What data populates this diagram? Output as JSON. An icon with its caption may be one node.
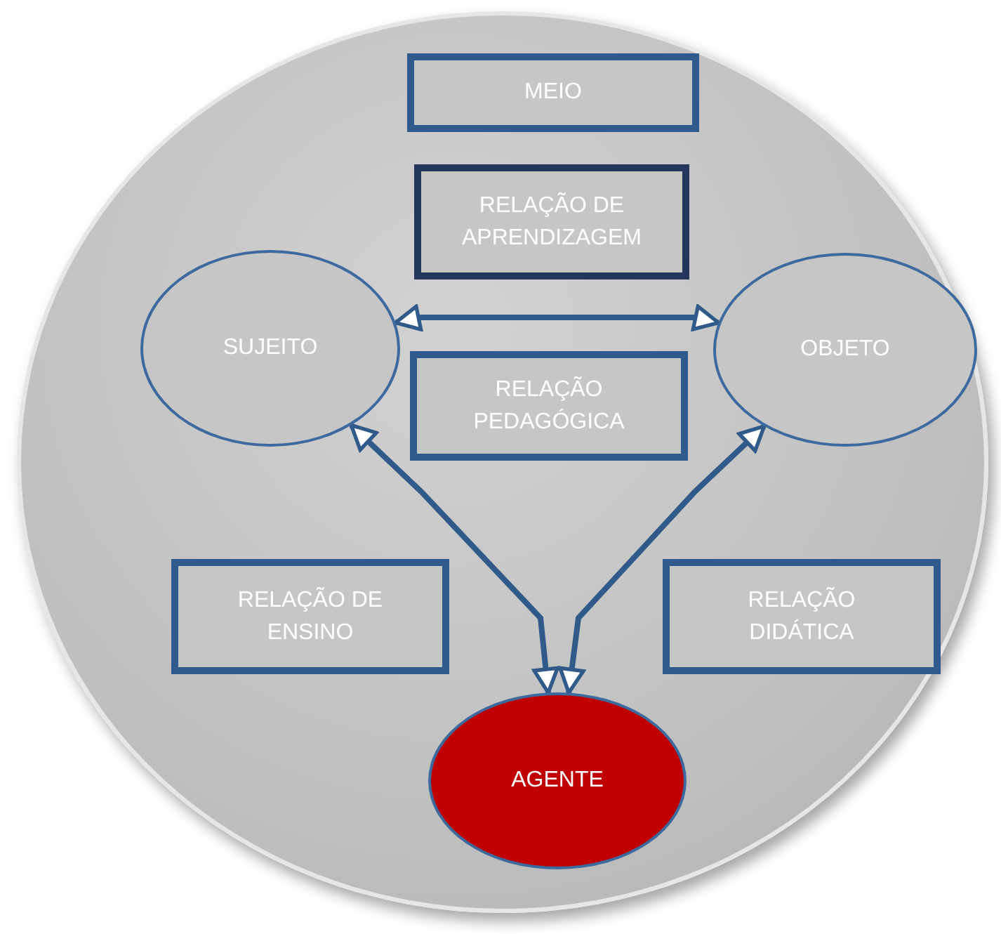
{
  "diagram": {
    "nodes": [
      {
        "text": [],
        "shape": "circle"
      },
      {
        "text": [
          "MEIO"
        ],
        "in": 0
      },
      {
        "text": [
          "RELAÇÃO DE APRENDIZAGEM"
        ],
        "in": 0
      },
      {
        "text": [
          "SUJEITO"
        ],
        "in": 0
      },
      {
        "text": [
          "OBJETO"
        ],
        "in": 0
      },
      {
        "text": [
          "RELAÇÃO PEDAGÓGICA"
        ],
        "in": 0
      },
      {
        "text": [
          "RELAÇÃO DE ENSINO"
        ],
        "in": 0
      },
      {
        "text": [
          "RELAÇÃO DIDÁTICA"
        ],
        "in": 0
      },
      {
        "text": [
          "AGENTE"
        ],
        "in": 0
      }
    ],
    "edges": [
      {
        "from": 3,
        "to": 4,
        "arrow": "both"
      },
      {
        "from": 3,
        "to": 8,
        "arrow": "both"
      },
      {
        "from": 4,
        "to": 8,
        "arrow": "both"
      }
    ]
  }
}
